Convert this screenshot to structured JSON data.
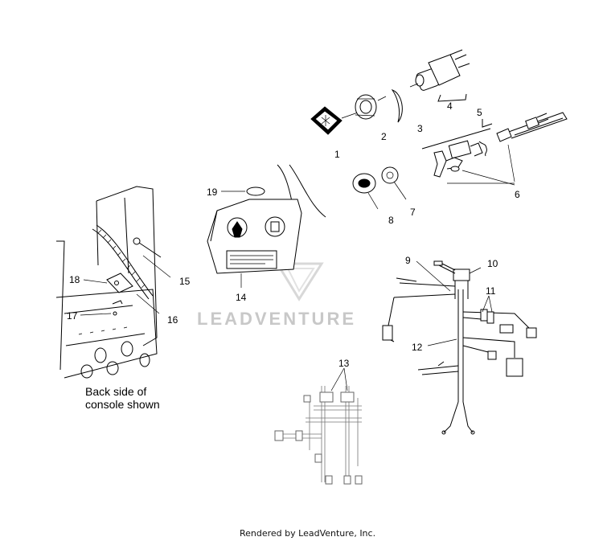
{
  "callouts": {
    "c1": "1",
    "c2": "2",
    "c3": "3",
    "c4": "4",
    "c5": "5",
    "c6": "6",
    "c7": "7",
    "c8": "8",
    "c9": "9",
    "c10": "10",
    "c11": "11",
    "c12": "12",
    "c13": "13",
    "c14": "14",
    "c15": "15",
    "c16": "16",
    "c17": "17",
    "c18": "18",
    "c19": "19"
  },
  "caption": {
    "line1": "Back side of",
    "line2": "console shown"
  },
  "watermark": "LEADVENTURE",
  "footer": "Rendered by LeadVenture, Inc."
}
